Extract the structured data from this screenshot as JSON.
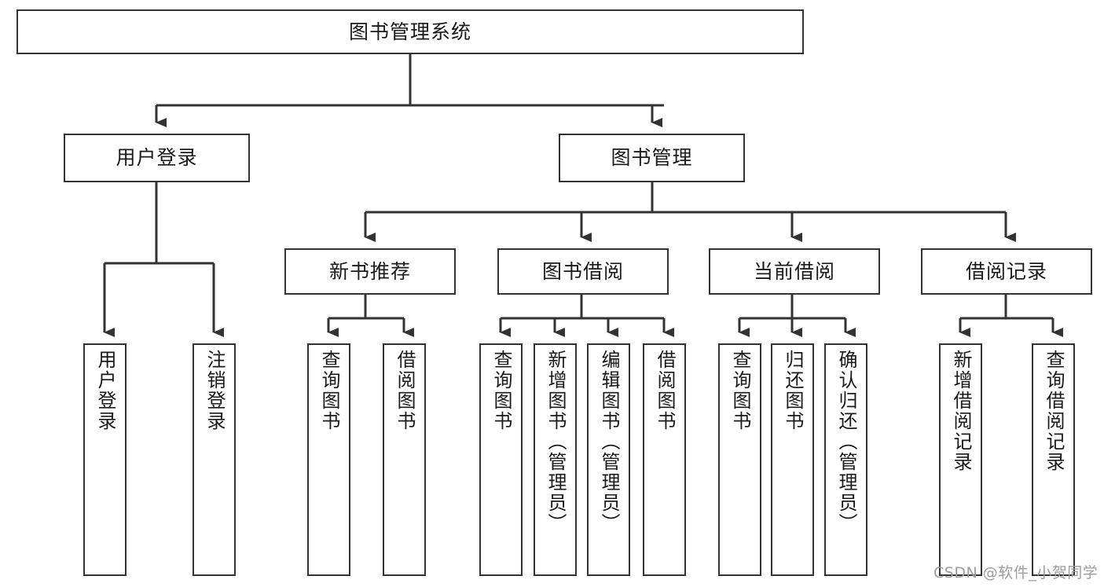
{
  "diagram": {
    "type": "tree-hierarchy",
    "title": "图书管理系统",
    "orientation": "top-down",
    "colors": {
      "box_border": "#333333",
      "box_fill": "#ffffff",
      "edge": "#333333",
      "text": "#1a1a1a",
      "watermark": "#9c9c9c",
      "background": "#ffffff"
    },
    "levels": [
      {
        "level": 1,
        "nodes": [
          {
            "id": "root",
            "label": "图书管理系统",
            "orientation": "horizontal"
          }
        ]
      },
      {
        "level": 2,
        "nodes": [
          {
            "id": "user-login",
            "label": "用户登录",
            "orientation": "horizontal",
            "parent": "root"
          },
          {
            "id": "book-manage",
            "label": "图书管理",
            "orientation": "horizontal",
            "parent": "root"
          }
        ]
      },
      {
        "level": 3,
        "nodes": [
          {
            "id": "new-book-rec",
            "label": "新书推荐",
            "orientation": "horizontal",
            "parent": "book-manage"
          },
          {
            "id": "book-borrow",
            "label": "图书借阅",
            "orientation": "horizontal",
            "parent": "book-manage"
          },
          {
            "id": "current-borrow",
            "label": "当前借阅",
            "orientation": "horizontal",
            "parent": "book-manage"
          },
          {
            "id": "borrow-record",
            "label": "借阅记录",
            "orientation": "horizontal",
            "parent": "book-manage"
          }
        ]
      },
      {
        "level": 4,
        "nodes": [
          {
            "id": "leaf-user-login",
            "label": "用户登录",
            "orientation": "vertical",
            "parent": "user-login"
          },
          {
            "id": "leaf-logout",
            "label": "注销登录",
            "orientation": "vertical",
            "parent": "user-login"
          },
          {
            "id": "leaf-query-book-1",
            "label": "查询图书",
            "orientation": "vertical",
            "parent": "new-book-rec"
          },
          {
            "id": "leaf-borrow-book-1",
            "label": "借阅图书",
            "orientation": "vertical",
            "parent": "new-book-rec"
          },
          {
            "id": "leaf-query-book-2",
            "label": "查询图书",
            "orientation": "vertical",
            "parent": "book-borrow"
          },
          {
            "id": "leaf-add-book",
            "label": "新增图书（管理员）",
            "orientation": "vertical",
            "parent": "book-borrow"
          },
          {
            "id": "leaf-edit-book",
            "label": "编辑图书（管理员）",
            "orientation": "vertical",
            "parent": "book-borrow"
          },
          {
            "id": "leaf-borrow-book-2",
            "label": "借阅图书",
            "orientation": "vertical",
            "parent": "book-borrow"
          },
          {
            "id": "leaf-query-book-3",
            "label": "查询图书",
            "orientation": "vertical",
            "parent": "current-borrow"
          },
          {
            "id": "leaf-return-book",
            "label": "归还图书",
            "orientation": "vertical",
            "parent": "current-borrow"
          },
          {
            "id": "leaf-confirm-return",
            "label": "确认归还（管理员）",
            "orientation": "vertical",
            "parent": "current-borrow"
          },
          {
            "id": "leaf-add-record",
            "label": "新增借阅记录",
            "orientation": "vertical",
            "parent": "borrow-record"
          },
          {
            "id": "leaf-query-record",
            "label": "查询借阅记录",
            "orientation": "vertical",
            "parent": "borrow-record"
          }
        ]
      }
    ]
  },
  "watermark": {
    "text": "CSDN @软件_小贺同学"
  }
}
